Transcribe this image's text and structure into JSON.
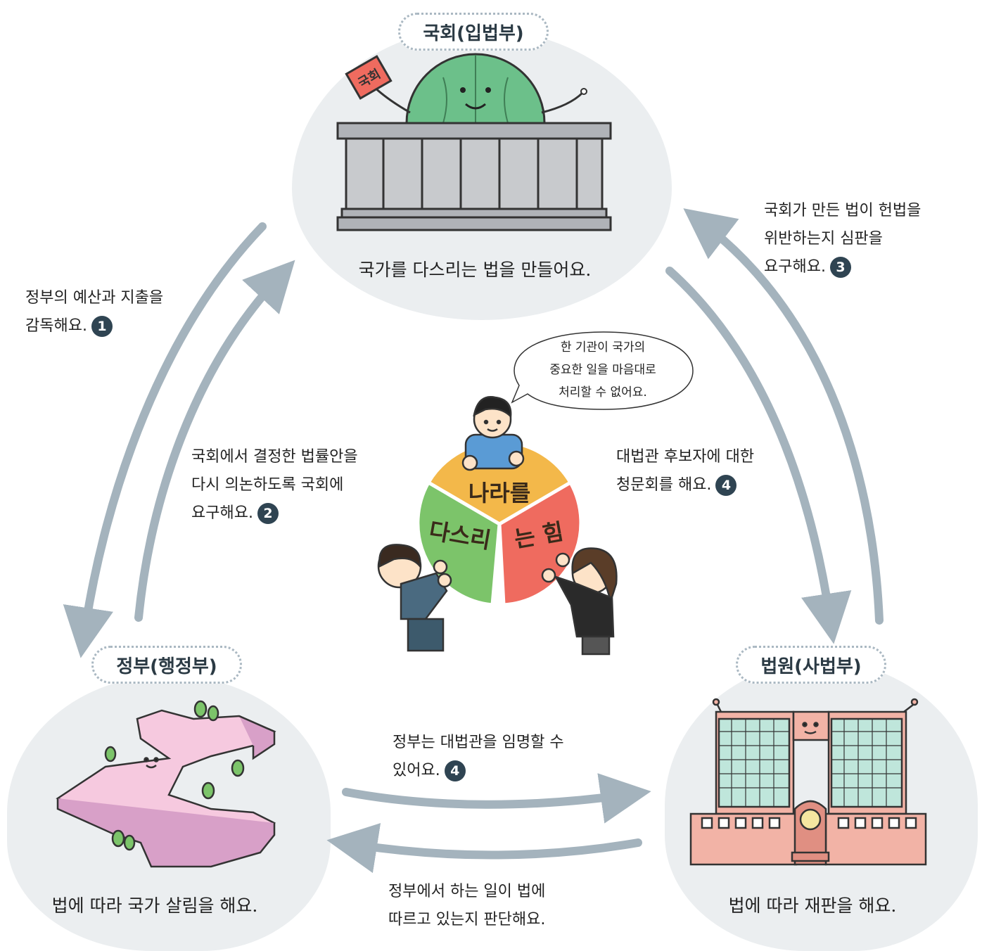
{
  "nodes": {
    "assembly": {
      "tag": "국회(입법부)",
      "caption": "국가를 다스리는 법을 만들어요.",
      "sign": "국회"
    },
    "government": {
      "tag": "정부(행정부)",
      "caption": "법에 따라 국가 살림을 해요."
    },
    "court": {
      "tag": "법원(사법부)",
      "caption": "법에 따라 재판을 해요."
    }
  },
  "relations": [
    {
      "lines": [
        "정부의 예산과 지출을",
        "감독해요."
      ],
      "num": "1"
    },
    {
      "lines": [
        "국회에서 결정한 법률안을",
        "다시 의논하도록 국회에",
        "요구해요."
      ],
      "num": "2"
    },
    {
      "lines": [
        "국회가 만든 법이 헌법을",
        "위반하는지 심판을",
        "요구해요."
      ],
      "num": "3"
    },
    {
      "lines": [
        "대법관 후보자에 대한",
        "청문회를 해요."
      ],
      "num": "4"
    },
    {
      "lines": [
        "정부는 대법관을 임명할 수",
        "있어요."
      ],
      "num": "4"
    },
    {
      "lines": [
        "정부에서 하는 일이 법에",
        "따르고 있는지 판단해요."
      ],
      "num": ""
    }
  ],
  "center": {
    "pie_labels": [
      "나라를",
      "다스리",
      "는 힘"
    ],
    "speech": [
      "한 기관이 국가의",
      "중요한 일을 마음대로",
      "처리할 수 없어요."
    ],
    "pie_colors": [
      "#f3b84a",
      "#7cc46a",
      "#ef6b5f"
    ]
  },
  "colors": {
    "arrow": "#a4b3bd",
    "blob": "#ebeef0",
    "badge": "#2f4452"
  }
}
